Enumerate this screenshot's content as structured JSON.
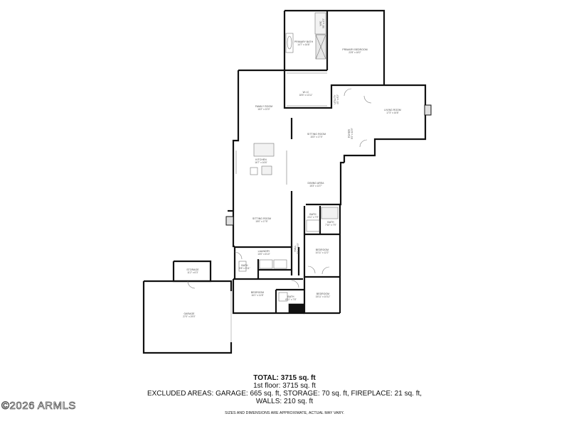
{
  "rooms": [
    {
      "id": "primary-bath",
      "name": "PRIMARY BATH",
      "dims": "14'7\" x 16'8\""
    },
    {
      "id": "primary-bedroom",
      "name": "PRIMARY BEDROOM",
      "dims": "22'8\" x 18'2\""
    },
    {
      "id": "wic",
      "name": "W.I.C",
      "dims": "18'6\" x 11'11\""
    },
    {
      "id": "family-room",
      "name": "FAMILY ROOM",
      "dims": "16'2\" x 22'0\""
    },
    {
      "id": "living-room",
      "name": "LIVING ROOM",
      "dims": "17'3\" x 16'8\""
    },
    {
      "id": "sitting-room-1",
      "name": "SITTING ROOM",
      "dims": "15'3\" x 17'0\""
    },
    {
      "id": "foyer",
      "name": "FOYER",
      "dims": "8'2\" x 10'9\""
    },
    {
      "id": "kitchen",
      "name": "KITCHEN",
      "dims": "16'7\" x 16'6\""
    },
    {
      "id": "dining-area",
      "name": "DINING AREA",
      "dims": "15'3\" x 13'7\""
    },
    {
      "id": "bath-1",
      "name": "BATH",
      "dims": "4'11\" x 7'9\""
    },
    {
      "id": "bath-2",
      "name": "BATH",
      "dims": "7'10\" x 7'9\""
    },
    {
      "id": "sitting-room-2",
      "name": "SITTING ROOM",
      "dims": "15'0\" x 17'5\""
    },
    {
      "id": "hall",
      "name": "HALL",
      "dims": "3'4\" x 14'9\""
    },
    {
      "id": "bedroom-1",
      "name": "BEDROOM",
      "dims": "10'11\" x 12'2\""
    },
    {
      "id": "laundry",
      "name": "LAUNDRY",
      "dims": "10'0\" x 6'10\""
    },
    {
      "id": "bath-3",
      "name": "BATH",
      "dims": "5'8\" x 5'11\""
    },
    {
      "id": "storage",
      "name": "STORAGE",
      "dims": "11'2\" x 6'3\""
    },
    {
      "id": "bedroom-2",
      "name": "BEDROOM",
      "dims": "16'1\" x 11'8\""
    },
    {
      "id": "bath-4",
      "name": "BATH",
      "dims": "8'11\" x 7'8\""
    },
    {
      "id": "bedroom-3",
      "name": "BEDROOM",
      "dims": "15'11\" x 10'11\""
    },
    {
      "id": "garage",
      "name": "GARAGE",
      "dims": "27'0\" x 29'0\""
    },
    {
      "id": "wc",
      "name": "W/C",
      "dims": "3'6\" x 4'5\""
    },
    {
      "id": "utility",
      "name": "UTILITY",
      "dims": "4'0\" x 8'2\""
    }
  ],
  "summary": {
    "total": "TOTAL: 3715 sq. ft",
    "first_floor": "1st floor: 3715 sq. ft",
    "excluded": "EXCLUDED AREAS: GARAGE: 665 sq. ft, STORAGE: 70 sq. ft, FIREPLACE: 21 sq. ft,",
    "walls": "WALLS: 210 sq. ft",
    "disclaimer": "SIZES AND DIMENSIONS ARE APPROXIMATE, ACTUAL MAY VARY."
  },
  "watermark": "©2026 ARMLS",
  "colors": {
    "wall": "#111111",
    "fixture": "#777777",
    "text": "#111111"
  }
}
